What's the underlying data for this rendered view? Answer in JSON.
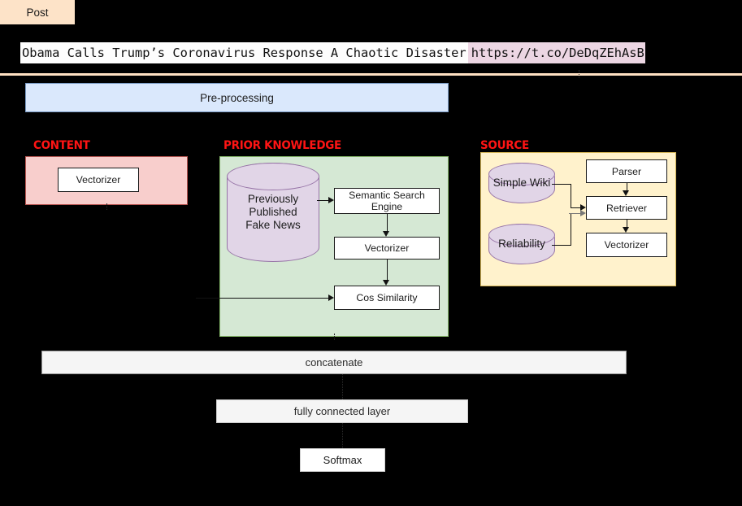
{
  "post": {
    "tab_label": "Post",
    "headline": "Obama Calls Trump’s Coronavirus Response A Chaotic Disaster ",
    "url": "https://t.co/DeDqZEhAsB",
    "headline_highlight_color": "#fdfdfd",
    "url_highlight_color": "#ecd6e3"
  },
  "pipeline": {
    "preprocessing_label": "Pre-processing",
    "preprocessing_color": "#dae8fc",
    "concatenate_label": "concatenate",
    "fully_connected_label": "fully connected layer",
    "softmax_label": "Softmax"
  },
  "groups": {
    "content": {
      "title": "CONTENT",
      "title_color": "#ff1414",
      "fill": "#f8cecc",
      "stroke": "#b85450",
      "nodes": [
        {
          "label": "Vectorizer"
        }
      ]
    },
    "prior_knowledge": {
      "title": "PRIOR KNOWLEDGE",
      "title_color": "#ff1414",
      "fill": "#d5e8d4",
      "stroke": "#82b366",
      "database": {
        "label": "Previously\nPublished\nFake News",
        "line1": "Previously",
        "line2": "Published",
        "line3": "Fake News",
        "fill": "#e1d5e7"
      },
      "nodes": [
        {
          "label": "Semantic Search Engine",
          "line1": "Semantic Search",
          "line2": "Engine"
        },
        {
          "label": "Vectorizer"
        },
        {
          "label": "Cos Similarity"
        }
      ]
    },
    "source": {
      "title": "SOURCE",
      "title_color": "#ff1414",
      "fill": "#fff2cc",
      "stroke": "#d6b656",
      "databases": [
        {
          "label": "Simple Wiki",
          "fill": "#e1d5e7"
        },
        {
          "label": "Reliability",
          "fill": "#e1d5e7"
        }
      ],
      "nodes": [
        {
          "label": "Parser"
        },
        {
          "label": "Retriever"
        },
        {
          "label": "Vectorizer"
        }
      ]
    }
  }
}
